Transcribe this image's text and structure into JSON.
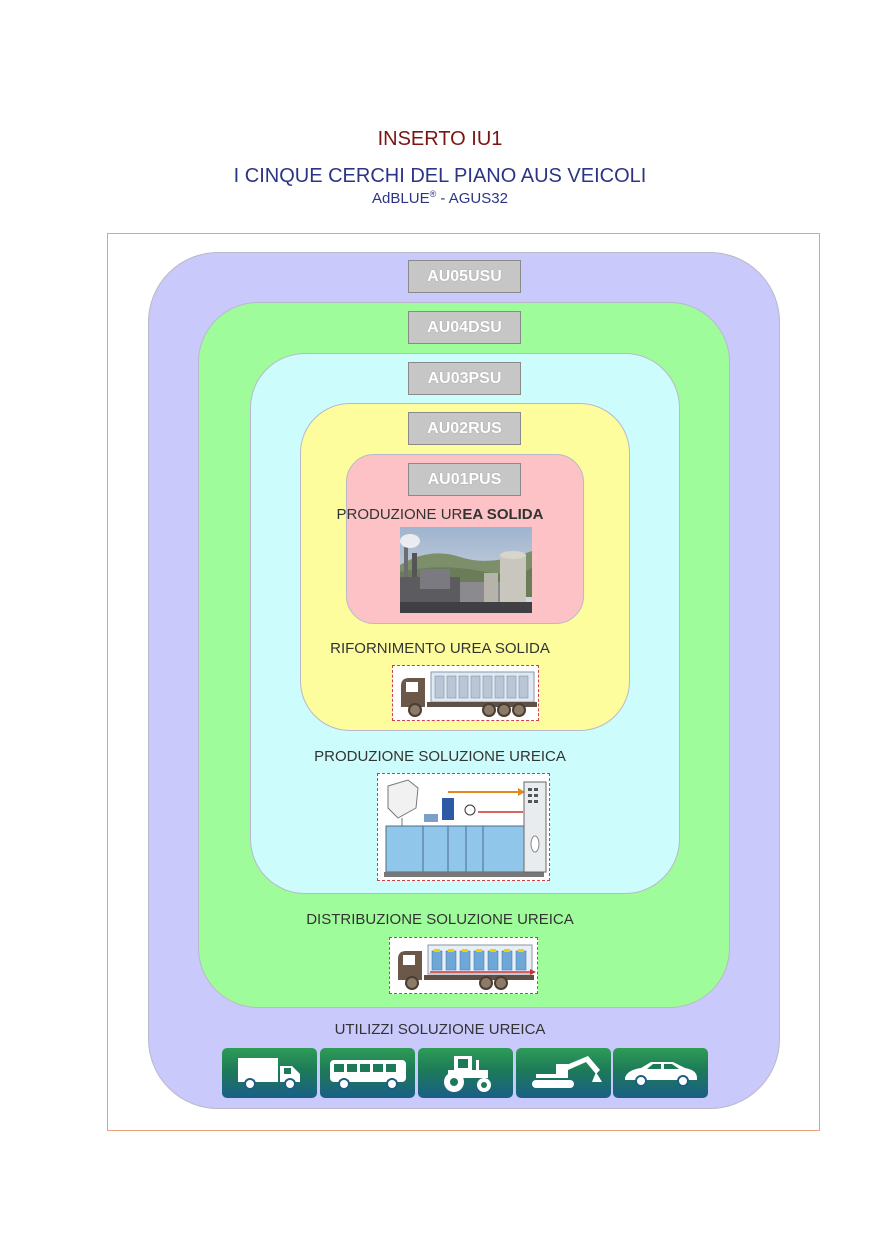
{
  "header": {
    "insert_title": "INSERTO IU1",
    "main_title": "I CINQUE CERCHI DEL PIANO AUS VEICOLI",
    "subtitle_brand": "AdBLUE",
    "subtitle_mark": "®",
    "subtitle_rest": " - AGUS32"
  },
  "circles": [
    {
      "code": "AU05USU",
      "label": "UTILIZZI SOLUZIONE UREICA",
      "color": "#c9c9fb"
    },
    {
      "code": "AU04DSU",
      "label": "DISTRIBUZIONE SOLUZIONE UREICA",
      "color": "#9ffc9b"
    },
    {
      "code": "AU03PSU",
      "label": "PRODUZIONE SOLUZIONE UREICA",
      "color": "#ccfcfb"
    },
    {
      "code": "AU02RUS",
      "label": "RIFORNIMENTO UREA SOLIDA",
      "color": "#fdfd9d"
    },
    {
      "code": "AU01PUS",
      "label_a": "PRODUZIONE UR",
      "label_b": "EA SOLIDA",
      "color": "#fdc2c5"
    }
  ],
  "vehicle_icons": [
    "truck-icon",
    "bus-icon",
    "tractor-icon",
    "excavator-icon",
    "car-icon"
  ]
}
